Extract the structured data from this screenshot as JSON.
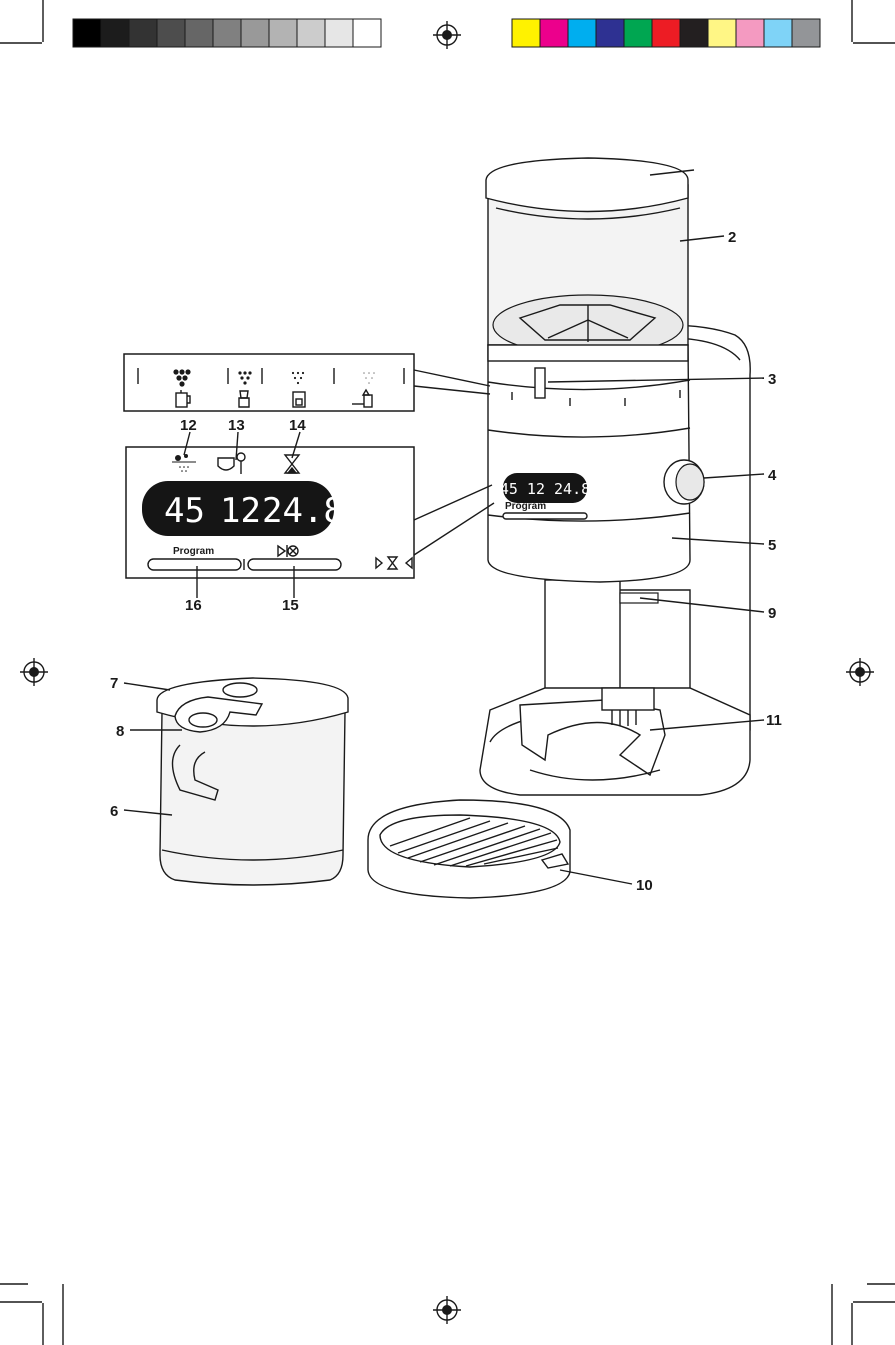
{
  "callouts": {
    "c2": "2",
    "c3": "3",
    "c4": "4",
    "c5": "5",
    "c6": "6",
    "c7": "7",
    "c8": "8",
    "c9": "9",
    "c10": "10",
    "c11": "11",
    "c12": "12",
    "c13": "13",
    "c14": "14",
    "c15": "15",
    "c16": "16"
  },
  "display": {
    "grind": "45",
    "cups": "12",
    "time": "24.8",
    "program_label": "Program",
    "small_program_label": "Program"
  },
  "registration_colors": {
    "gray": [
      "#000000",
      "#1c1c1c",
      "#333333",
      "#4d4d4d",
      "#666666",
      "#808080",
      "#999999",
      "#b3b3b3",
      "#cccccc",
      "#e6e6e6",
      "#ffffff"
    ],
    "process": [
      "#fff200",
      "#ec008c",
      "#00aeef",
      "#2e3192",
      "#00a651",
      "#ed1c24",
      "#231f20",
      "#fff685",
      "#f49ac1",
      "#7fd3f7",
      "#939598"
    ]
  },
  "icons": [
    "registration-mark",
    "bean-icon",
    "french-press-icon",
    "moka-pot-icon",
    "drip-machine-icon",
    "espresso-machine-icon",
    "cup-spoon-icon",
    "hourglass-icon",
    "start-stop-icon"
  ]
}
